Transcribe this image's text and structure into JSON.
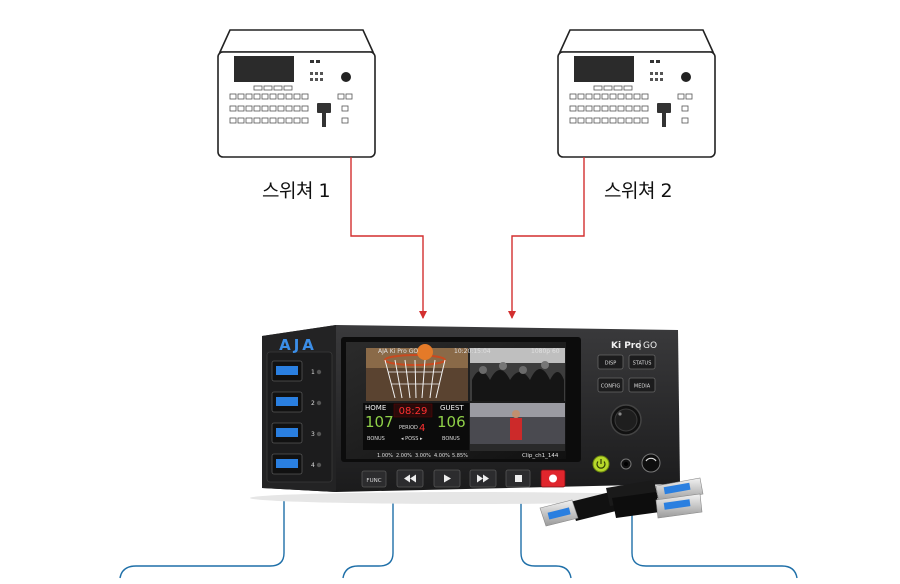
{
  "switchers": [
    {
      "label": "스위쳐 1"
    },
    {
      "label": "스위쳐 2"
    }
  ],
  "device": {
    "brand": "AJA",
    "model_ki": "Ki Pro",
    "model_go": "GO",
    "usb_ports": [
      "1",
      "2",
      "3",
      "4"
    ],
    "buttons": {
      "disp": "DISP",
      "status": "STATUS",
      "config": "CONFIG",
      "media": "MEDIA",
      "func": "FUNC"
    },
    "screen": {
      "device_name": "AJA Ki Pro GO",
      "timecode": "10:20:15:04",
      "format": "1080p 60",
      "home_label": "HOME",
      "home_score": "107",
      "clock": "08:29",
      "guest_label": "GUEST",
      "guest_score": "106",
      "period_label": "PERIOD",
      "period_value": "4",
      "bonus_left": "BONUS",
      "poss": "◂ POSS ▸",
      "bonus_right": "BONUS",
      "clip_name": "Clip_ch1_144",
      "storage": [
        "1.00%",
        "2.00%",
        "3.00%",
        "4.00%",
        "5.85%"
      ]
    }
  },
  "colors": {
    "signal_in": "#d32f2f",
    "signal_out": "#1e6fa8",
    "usb_blue": "#2a7fe0",
    "record_red": "#e0262d",
    "power_green": "#b6d72a"
  }
}
